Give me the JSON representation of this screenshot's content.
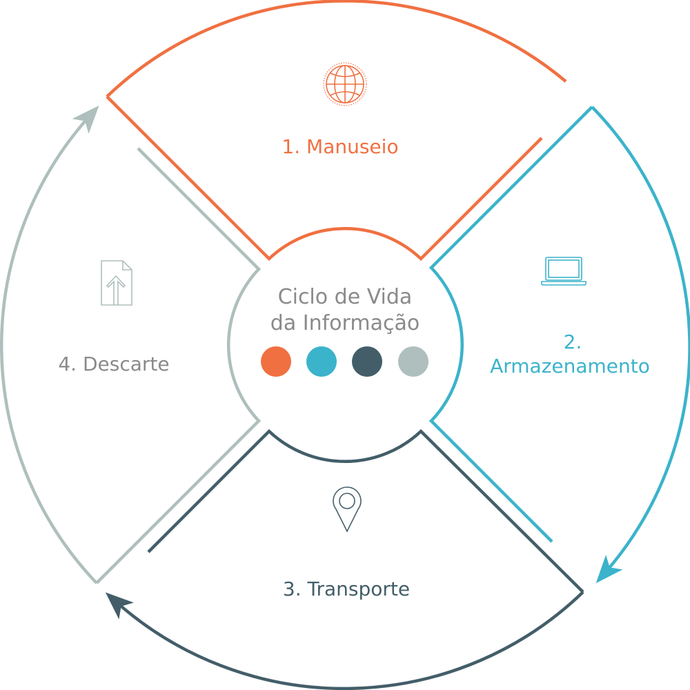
{
  "center": {
    "line1": "Ciclo de Vida",
    "line2": "da Informação"
  },
  "stages": [
    {
      "label": "1. Manuseio",
      "icon": "globe-icon"
    },
    {
      "label_line1": "2.",
      "label_line2": "Armazenamento",
      "icon": "laptop-icon"
    },
    {
      "label": "3. Transporte",
      "icon": "map-pin-icon"
    },
    {
      "label": "4. Descarte",
      "icon": "document-upload-icon"
    }
  ],
  "colors": {
    "orange": "#F07041",
    "blue": "#3BB3CB",
    "dark": "#435E69",
    "gray": "#AEBFBD",
    "text_gray": "#8A8A8A"
  }
}
